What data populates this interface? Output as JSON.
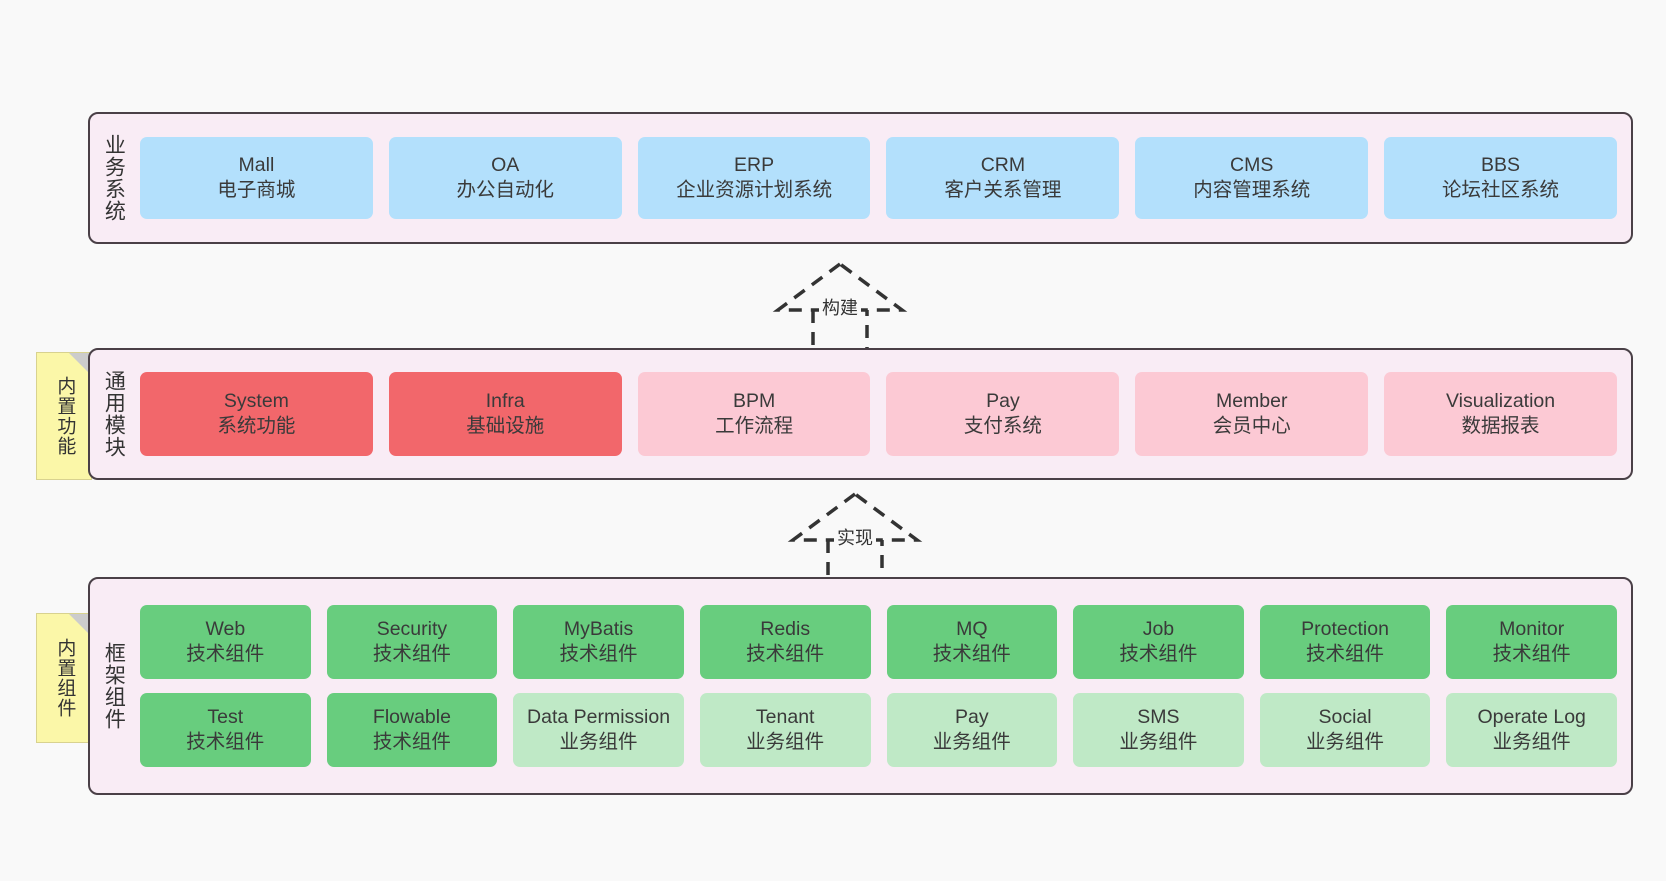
{
  "canvas": {
    "background": "#f9f9f9",
    "layer_background": "#f9ecf5",
    "layer_border": "#4a4047",
    "sticky_background": "#fbf7a8"
  },
  "layers": [
    {
      "id": "business",
      "title": "业务系统",
      "style": "box-blue",
      "accent": "#b3e0fc",
      "rows": [
        [
          {
            "en": "Mall",
            "cn": "电子商城"
          },
          {
            "en": "OA",
            "cn": "办公自动化"
          },
          {
            "en": "ERP",
            "cn": "企业资源计划系统"
          },
          {
            "en": "CRM",
            "cn": "客户关系管理"
          },
          {
            "en": "CMS",
            "cn": "内容管理系统"
          },
          {
            "en": "BBS",
            "cn": "论坛社区系统"
          }
        ]
      ]
    },
    {
      "id": "common",
      "title": "通用模块",
      "sticky": "内置功能",
      "accent": "#f2676b",
      "rows": [
        [
          {
            "en": "System",
            "cn": "系统功能",
            "style": "box-red"
          },
          {
            "en": "Infra",
            "cn": "基础设施",
            "style": "box-red"
          },
          {
            "en": "BPM",
            "cn": "工作流程",
            "style": "box-pink"
          },
          {
            "en": "Pay",
            "cn": "支付系统",
            "style": "box-pink"
          },
          {
            "en": "Member",
            "cn": "会员中心",
            "style": "box-pink"
          },
          {
            "en": "Visualization",
            "cn": "数据报表",
            "style": "box-pink"
          }
        ]
      ]
    },
    {
      "id": "frame",
      "title": "框架组件",
      "sticky": "内置组件",
      "accent": "#68cd7e",
      "rows": [
        [
          {
            "en": "Web",
            "cn": "技术组件",
            "style": "box-green"
          },
          {
            "en": "Security",
            "cn": "技术组件",
            "style": "box-green"
          },
          {
            "en": "MyBatis",
            "cn": "技术组件",
            "style": "box-green"
          },
          {
            "en": "Redis",
            "cn": "技术组件",
            "style": "box-green"
          },
          {
            "en": "MQ",
            "cn": "技术组件",
            "style": "box-green"
          },
          {
            "en": "Job",
            "cn": "技术组件",
            "style": "box-green"
          },
          {
            "en": "Protection",
            "cn": "技术组件",
            "style": "box-green"
          },
          {
            "en": "Monitor",
            "cn": "技术组件",
            "style": "box-green"
          }
        ],
        [
          {
            "en": "Test",
            "cn": "技术组件",
            "style": "box-green"
          },
          {
            "en": "Flowable",
            "cn": "技术组件",
            "style": "box-green"
          },
          {
            "en": "Data Permission",
            "cn": "业务组件",
            "style": "box-lightgreen"
          },
          {
            "en": "Tenant",
            "cn": "业务组件",
            "style": "box-lightgreen"
          },
          {
            "en": "Pay",
            "cn": "业务组件",
            "style": "box-lightgreen"
          },
          {
            "en": "SMS",
            "cn": "业务组件",
            "style": "box-lightgreen"
          },
          {
            "en": "Social",
            "cn": "业务组件",
            "style": "box-lightgreen"
          },
          {
            "en": "Operate Log",
            "cn": "业务组件",
            "style": "box-lightgreen"
          }
        ]
      ]
    }
  ],
  "connectors": [
    {
      "id": "build",
      "label": "构建"
    },
    {
      "id": "realize",
      "label": "实现"
    }
  ]
}
